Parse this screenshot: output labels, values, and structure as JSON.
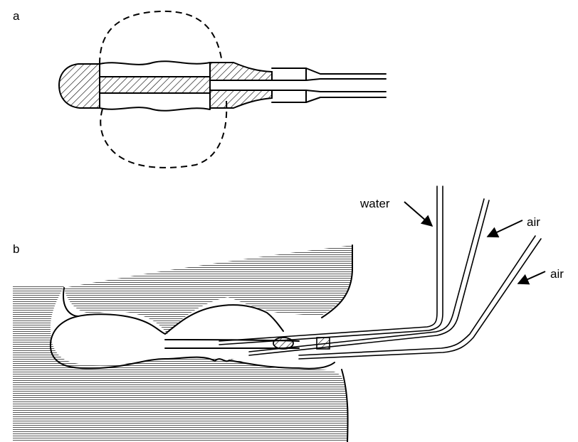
{
  "panels": {
    "a": {
      "label": "a"
    },
    "b": {
      "label": "b"
    }
  },
  "callouts": {
    "water": "water",
    "air_1": "air",
    "air_2": "air"
  }
}
